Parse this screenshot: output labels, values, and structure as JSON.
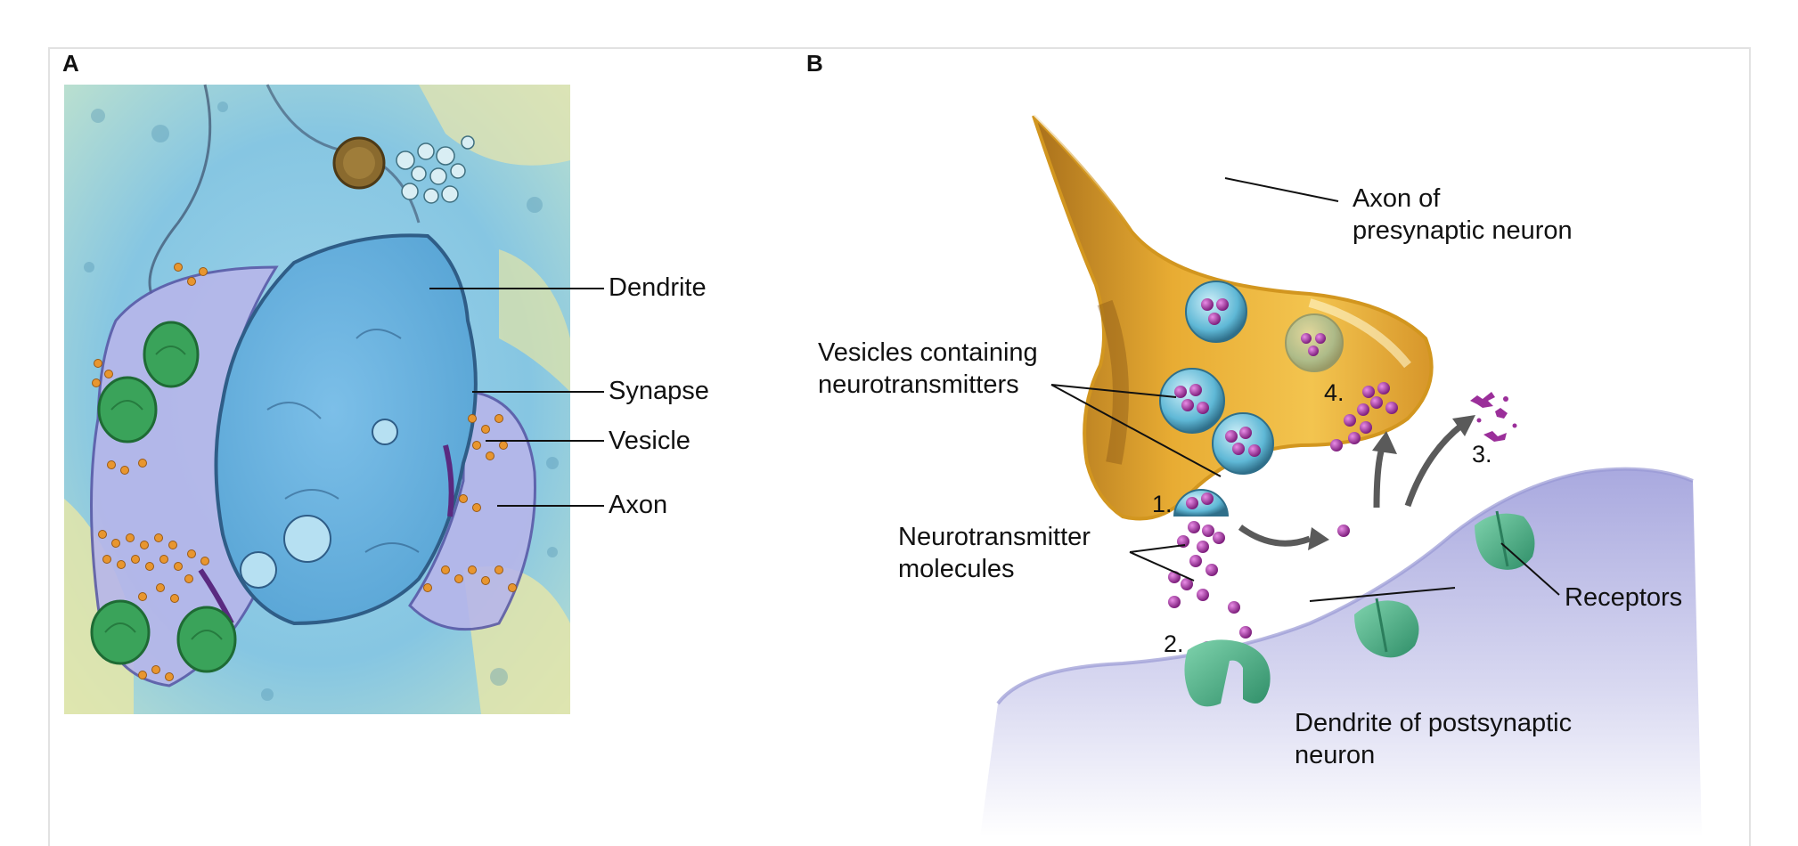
{
  "panel_a": {
    "letter": "A",
    "labels": {
      "dendrite": "Dendrite",
      "synapse": "Synapse",
      "vesicle": "Vesicle",
      "axon": "Axon"
    }
  },
  "panel_b": {
    "letter": "B",
    "labels": {
      "axon_line1": "Axon of",
      "axon_line2": "presynaptic neuron",
      "vesicles_line1": "Vesicles containing",
      "vesicles_line2": "neurotransmitters",
      "nt_line1": "Neurotransmitter",
      "nt_line2": "molecules",
      "receptors": "Receptors",
      "dendrite_line1": "Dendrite of postsynaptic",
      "dendrite_line2": "neuron"
    },
    "steps": {
      "s1": "1.",
      "s2": "2.",
      "s3": "3.",
      "s4": "4."
    }
  },
  "colors": {
    "micrograph_blue": "#8fc9e6",
    "mitochondria_green": "#3aa35a",
    "vesicle_orange": "#e8962f",
    "axon_gold": "#e0a52a",
    "neurotransmitter_purple": "#9b2f9a",
    "receptor_teal": "#4fb58e",
    "dendrite_lavender": "#c8c8ea"
  }
}
